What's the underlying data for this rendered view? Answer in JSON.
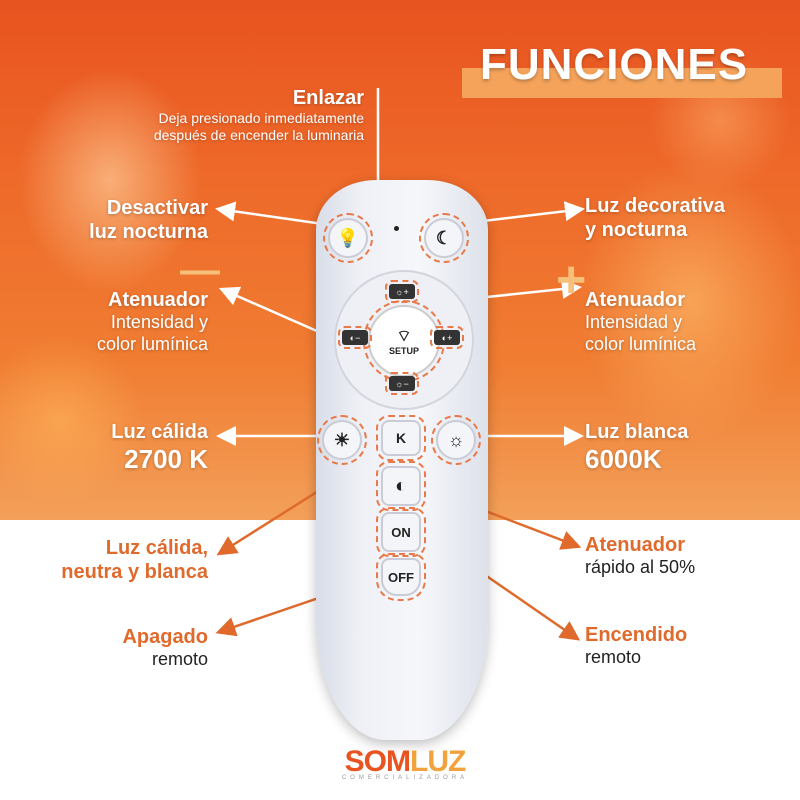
{
  "title": "FUNCIONES",
  "labels": {
    "enlazar": {
      "title": "Enlazar",
      "line1": "Deja presionado inmediatamente",
      "line2": "después de encender la luminaria"
    },
    "desactivar": {
      "line1": "Desactivar",
      "line2": "luz nocturna"
    },
    "decorativa": {
      "line1": "Luz decorativa",
      "line2": "y nocturna"
    },
    "atenuador_left": {
      "title": "Atenuador",
      "line1": "Intensidad y",
      "line2": "color lumínica"
    },
    "atenuador_right": {
      "title": "Atenuador",
      "line1": "Intensidad y",
      "line2": "color lumínica"
    },
    "calida": {
      "title": "Luz cálida",
      "value": "2700 K"
    },
    "blanca": {
      "title": "Luz blanca",
      "value": "6000K"
    },
    "cnb": {
      "line1": "Luz cálida,",
      "line2": "neutra y blanca"
    },
    "atenuador_rapido": {
      "title": "Atenuador",
      "sub": "rápido al 50%"
    },
    "apagado": {
      "title": "Apagado",
      "sub": "remoto"
    },
    "encendido": {
      "title": "Encendido",
      "sub": "remoto"
    }
  },
  "signs": {
    "minus": "—",
    "plus": "+"
  },
  "remote": {
    "setup_label": "SETUP",
    "on_label": "ON",
    "off_label": "OFF",
    "k_label": "K",
    "bright_up": "☼+",
    "bright_down": "☼−",
    "color_up": "◐+",
    "color_down": "◐−"
  },
  "logo": {
    "som": "SOM",
    "luz": "LUZ",
    "sub": "COMERCIALIZADORA"
  },
  "colors": {
    "accent": "#e06a2c",
    "title_bar": "#f5a35a",
    "bg_orange": "#ee6a2a"
  }
}
